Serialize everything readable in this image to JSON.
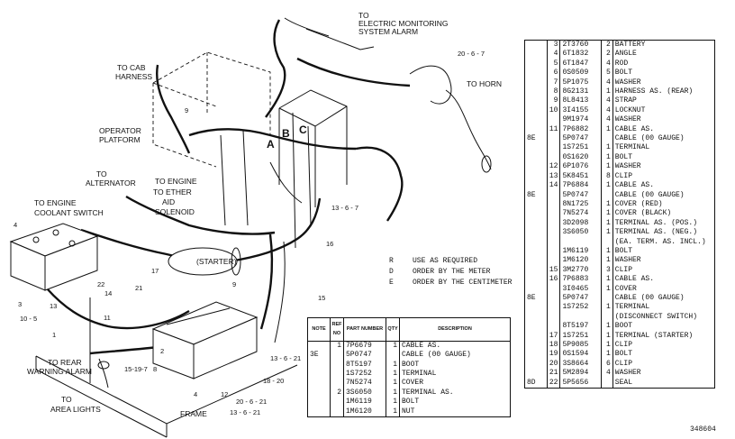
{
  "callouts": {
    "to_electric_monitoring": [
      "TO",
      "ELECTRIC MONITORING",
      "SYSTEM ALARM"
    ],
    "to_cab_harness": [
      "TO CAB",
      "HARNESS"
    ],
    "operator_platform": [
      "OPERATOR",
      "PLATFORM"
    ],
    "to_alternator": [
      "TO",
      "ALTERNATOR"
    ],
    "to_engine_ether": [
      "TO ENGINE",
      "TO ETHER",
      "AID",
      "SOLENOID"
    ],
    "to_engine_coolant": [
      "TO ENGINE",
      "COOLANT SWITCH"
    ],
    "to_horn": "TO HORN",
    "starter": "(STARTER)",
    "to_rear_warning": [
      "TO REAR",
      "WARNING ALARM"
    ],
    "to_area_lights": [
      "TO",
      "AREA LIGHTS"
    ],
    "frame": "FRAME",
    "letters": [
      "A",
      "B",
      "C"
    ],
    "numbers": {
      "n20_6_7": "20 - 6 - 7",
      "n9a": "9",
      "n9b": "9",
      "n13_6_7": "13 - 6 - 7",
      "n16": "16",
      "n15": "15",
      "n4a": "4",
      "n22": "22",
      "n14": "14",
      "n3": "3",
      "n10_5": "10 - 5",
      "n13": "13",
      "n11": "11",
      "n1": "1",
      "n17": "17",
      "n21": "21",
      "n15_19_7": "15-19-7",
      "n8": "8",
      "n2": "2",
      "n4b": "4",
      "n12": "12",
      "n20_6_21": "20 - 6 - 21",
      "n13_6_21a": "13 - 6 - 21",
      "n13_6_21b": "13 - 6 - 21",
      "n18_20": "18 - 20"
    }
  },
  "legend": [
    {
      "code": "R",
      "text": "USE AS REQUIRED"
    },
    {
      "code": "D",
      "text": "ORDER BY THE METER"
    },
    {
      "code": "E",
      "text": "ORDER BY THE CENTIMETER"
    }
  ],
  "bottom_table": {
    "headers": [
      "NOTE",
      "REF NO",
      "PART NUMBER",
      "QTY",
      "DESCRIPTION"
    ],
    "rows": [
      {
        "note": "",
        "ref": "1",
        "part": "7P6679",
        "qty": "1",
        "desc": "CABLE AS."
      },
      {
        "note": "3E",
        "ref": "",
        "part": "5P0747",
        "qty": "",
        "desc": "  CABLE (00 GAUGE)"
      },
      {
        "note": "",
        "ref": "",
        "part": "8T5197",
        "qty": "1",
        "desc": "  BOOT"
      },
      {
        "note": "",
        "ref": "",
        "part": "1S7252",
        "qty": "1",
        "desc": "  TERMINAL"
      },
      {
        "note": "",
        "ref": "",
        "part": "7N5274",
        "qty": "1",
        "desc": "  COVER"
      },
      {
        "note": "",
        "ref": "2",
        "part": "3S6050",
        "qty": "1",
        "desc": "TERMINAL AS."
      },
      {
        "note": "",
        "ref": "",
        "part": "1M6119",
        "qty": "1",
        "desc": "  BOLT"
      },
      {
        "note": "",
        "ref": "",
        "part": "1M6120",
        "qty": "1",
        "desc": "  NUT"
      }
    ]
  },
  "right_table": {
    "rows": [
      {
        "note": "",
        "ref": "3",
        "part": "2T3760",
        "qty": "2",
        "desc": "BATTERY"
      },
      {
        "note": "",
        "ref": "4",
        "part": "6T1832",
        "qty": "2",
        "desc": "ANGLE"
      },
      {
        "note": "",
        "ref": "5",
        "part": "6T1847",
        "qty": "4",
        "desc": "ROD"
      },
      {
        "note": "",
        "ref": "6",
        "part": "0S0509",
        "qty": "5",
        "desc": "BOLT"
      },
      {
        "note": "",
        "ref": "7",
        "part": "5P1075",
        "qty": "4",
        "desc": "WASHER"
      },
      {
        "note": "",
        "ref": "8",
        "part": "8G2131",
        "qty": "1",
        "desc": "HARNESS AS. (REAR)"
      },
      {
        "note": "",
        "ref": "9",
        "part": "8L8413",
        "qty": "4",
        "desc": "STRAP"
      },
      {
        "note": "",
        "ref": "10",
        "part": "3I4155",
        "qty": "4",
        "desc": "LOCKNUT"
      },
      {
        "note": "",
        "ref": "",
        "part": "9M1974",
        "qty": "4",
        "desc": "WASHER"
      },
      {
        "note": "",
        "ref": "11",
        "part": "7P6882",
        "qty": "1",
        "desc": "CABLE AS."
      },
      {
        "note": "8E",
        "ref": "",
        "part": "5P0747",
        "qty": "",
        "desc": "  CABLE (00 GAUGE)"
      },
      {
        "note": "",
        "ref": "",
        "part": "1S7251",
        "qty": "1",
        "desc": "  TERMINAL"
      },
      {
        "note": "",
        "ref": "",
        "part": "0S1620",
        "qty": "1",
        "desc": "BOLT"
      },
      {
        "note": "",
        "ref": "12",
        "part": "6P1076",
        "qty": "1",
        "desc": "WASHER"
      },
      {
        "note": "",
        "ref": "13",
        "part": "5K8451",
        "qty": "8",
        "desc": "CLIP"
      },
      {
        "note": "",
        "ref": "14",
        "part": "7P6884",
        "qty": "1",
        "desc": "CABLE AS."
      },
      {
        "note": "8E",
        "ref": "",
        "part": "5P0747",
        "qty": "",
        "desc": "  CABLE (00 GAUGE)"
      },
      {
        "note": "",
        "ref": "",
        "part": "8N1725",
        "qty": "1",
        "desc": "  COVER (RED)"
      },
      {
        "note": "",
        "ref": "",
        "part": "7N5274",
        "qty": "1",
        "desc": "  COVER (BLACK)"
      },
      {
        "note": "",
        "ref": "",
        "part": "3D2098",
        "qty": "1",
        "desc": "  TERMINAL AS. (POS.)"
      },
      {
        "note": "",
        "ref": "",
        "part": "3S6050",
        "qty": "1",
        "desc": "  TERMINAL AS. (NEG.)"
      },
      {
        "note": "",
        "ref": "",
        "part": "",
        "qty": "",
        "desc": "    (EA. TERM. AS. INCL.)"
      },
      {
        "note": "",
        "ref": "",
        "part": "1M6119",
        "qty": "1",
        "desc": "    BOLT"
      },
      {
        "note": "",
        "ref": "",
        "part": "1M6120",
        "qty": "1",
        "desc": "    WASHER"
      },
      {
        "note": "",
        "ref": "15",
        "part": "3M2770",
        "qty": "3",
        "desc": "CLIP"
      },
      {
        "note": "",
        "ref": "16",
        "part": "7P6883",
        "qty": "1",
        "desc": "CABLE AS."
      },
      {
        "note": "",
        "ref": "",
        "part": "3I0465",
        "qty": "1",
        "desc": "  COVER"
      },
      {
        "note": "8E",
        "ref": "",
        "part": "5P0747",
        "qty": "",
        "desc": "  CABLE (00 GAUGE)"
      },
      {
        "note": "",
        "ref": "",
        "part": "1S7252",
        "qty": "1",
        "desc": "  TERMINAL"
      },
      {
        "note": "",
        "ref": "",
        "part": "",
        "qty": "",
        "desc": "    (DISCONNECT SWITCH)"
      },
      {
        "note": "",
        "ref": "",
        "part": "8T5197",
        "qty": "1",
        "desc": "  BOOT"
      },
      {
        "note": "",
        "ref": "17",
        "part": "1S7251",
        "qty": "1",
        "desc": "TERMINAL (STARTER)"
      },
      {
        "note": "",
        "ref": "18",
        "part": "5P9085",
        "qty": "1",
        "desc": "CLIP"
      },
      {
        "note": "",
        "ref": "19",
        "part": "0S1594",
        "qty": "1",
        "desc": "BOLT"
      },
      {
        "note": "",
        "ref": "20",
        "part": "3S8664",
        "qty": "6",
        "desc": "CLIP"
      },
      {
        "note": "",
        "ref": "21",
        "part": "5M2894",
        "qty": "4",
        "desc": "WASHER"
      },
      {
        "note": "8D",
        "ref": "22",
        "part": "5P5656",
        "qty": "",
        "desc": "SEAL"
      }
    ]
  },
  "figure_number": "348604"
}
